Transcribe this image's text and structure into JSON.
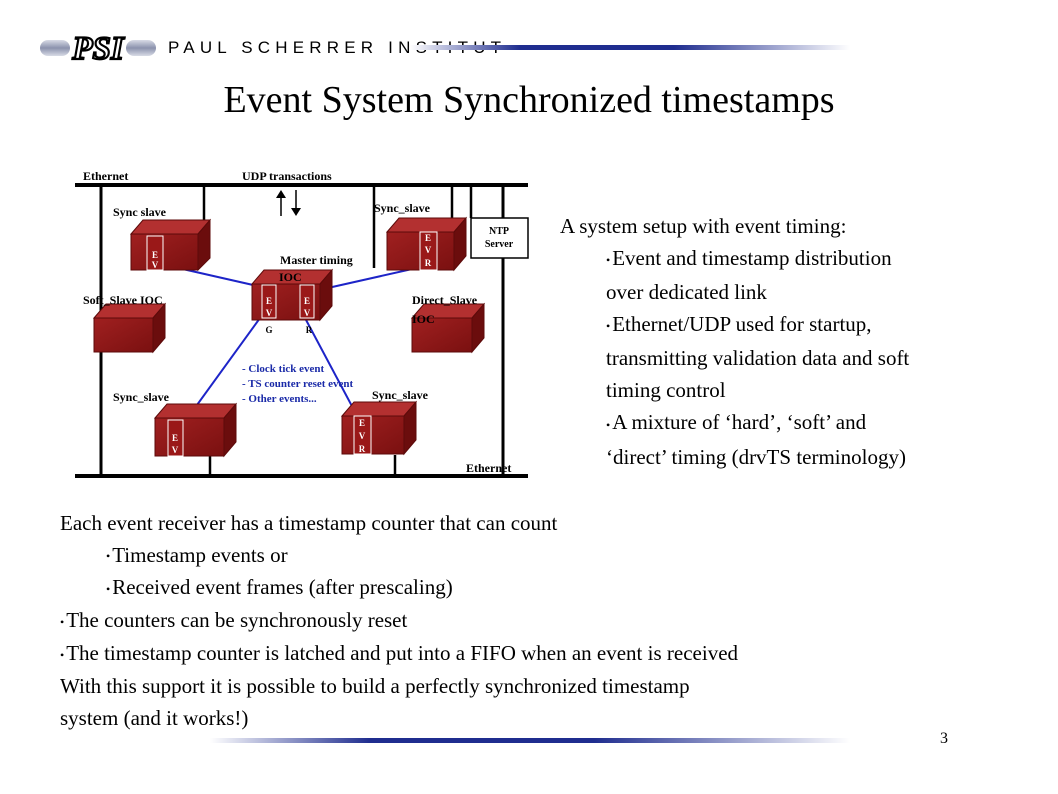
{
  "header": {
    "logo_text": "PSI",
    "institute_name": "PAUL SCHERRER INSTITUT"
  },
  "title": "Event System Synchronized timestamps",
  "diagram": {
    "labels": {
      "ethernet_top": "Ethernet",
      "udp": "UDP transactions",
      "sync_slave_tl": "Sync slave",
      "sync_slave_tr": "Sync_slave",
      "ntp_line1": "NTP",
      "ntp_line2": "Server",
      "master_line1": "Master timing",
      "master_line2": "IOC",
      "soft_slave": "Soft_Slave IOC",
      "direct_line1": "Direct_Slave",
      "direct_line2": "IOC",
      "sync_slave_bl": "Sync_slave",
      "sync_slave_br": "Sync_slave",
      "ethernet_bottom": "Ethernet",
      "event_1": "- Clock tick event",
      "event_2": "- TS counter reset event",
      "event_3": "- Other events...",
      "evr_e": "E",
      "evr_v": "V",
      "evr_r": "R",
      "evg_g": "G"
    },
    "colors": {
      "box_fill": "#8b1a1a",
      "box_edge": "#5c0a0a",
      "link": "#1d24c8",
      "label_blue": "#1a2aa8"
    }
  },
  "right_text": {
    "intro": "A system setup with event timing:",
    "bullets": [
      [
        "Event and timestamp distribution",
        "over dedicated link"
      ],
      [
        "Ethernet/UDP used for startup,",
        "transmitting validation data and soft",
        "timing control"
      ],
      [
        "A mixture of ‘hard’, ‘soft’ and",
        "‘direct’ timing (drvTS terminology)"
      ]
    ]
  },
  "bottom_text": {
    "line1": "Each event receiver has a timestamp counter that can count",
    "sub1": "Timestamp events or",
    "sub2": "Received event frames (after prescaling)",
    "b1": "The counters can be synchronously reset",
    "b2": "The timestamp counter is latched and put into a FIFO when an event is received",
    "line2": "With this support it is possible to build a perfectly synchronized timestamp",
    "line3": "system (and it works!)"
  },
  "page_number": "3"
}
